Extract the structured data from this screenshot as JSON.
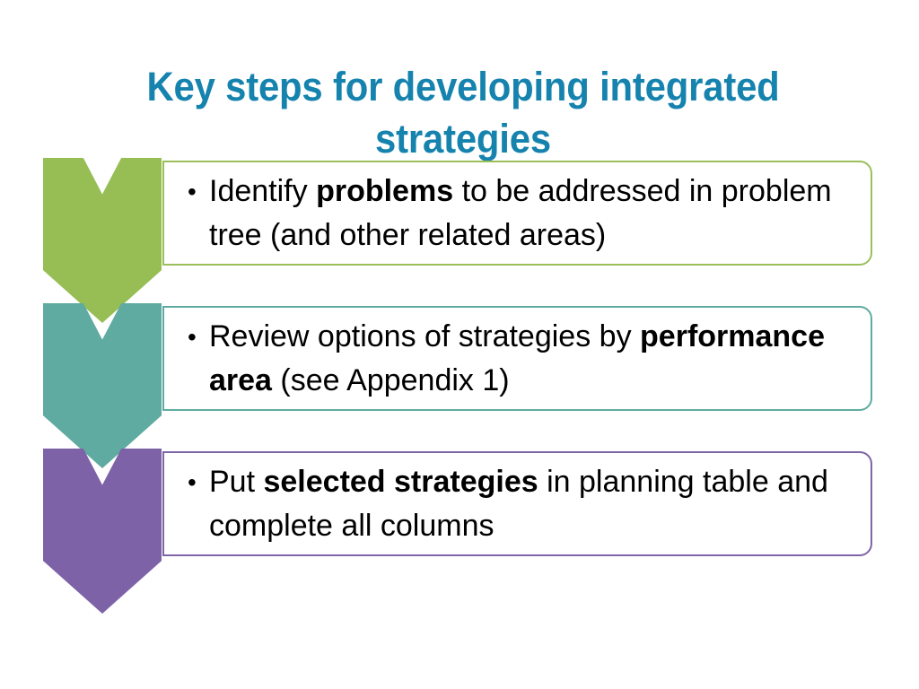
{
  "slide": {
    "title": "Key steps for developing integrated strategies",
    "background_color": "#ffffff",
    "title_color": "#1583ae"
  },
  "steps": [
    {
      "index": "1",
      "chevron_color": "#96be55",
      "border_color": "#9bbf5b",
      "bullet": "•",
      "text_segments": [
        {
          "text": "Identify ",
          "bold": false
        },
        {
          "text": "problems",
          "bold": true
        },
        {
          "text": " to be addressed in problem tree (and other related areas)",
          "bold": false
        }
      ],
      "plain_text": "Identify problems to be addressed in problem tree (and other related areas)"
    },
    {
      "index": "2",
      "chevron_color": "#5faba1",
      "border_color": "#5faba1",
      "bullet": "•",
      "text_segments": [
        {
          "text": "Review options of strategies by ",
          "bold": false
        },
        {
          "text": "performance area",
          "bold": true
        },
        {
          "text": " (see Appendix 1)",
          "bold": false
        }
      ],
      "plain_text": "Review options of strategies by performance area (see Appendix 1)"
    },
    {
      "index": "3",
      "chevron_color": "#7d62a8",
      "border_color": "#7f64a6",
      "bullet": "•",
      "text_segments": [
        {
          "text": "Put ",
          "bold": false
        },
        {
          "text": "selected strategies",
          "bold": true
        },
        {
          "text": " in planning table and complete all columns",
          "bold": false
        }
      ],
      "plain_text": "Put selected strategies in planning table and complete all columns"
    }
  ]
}
